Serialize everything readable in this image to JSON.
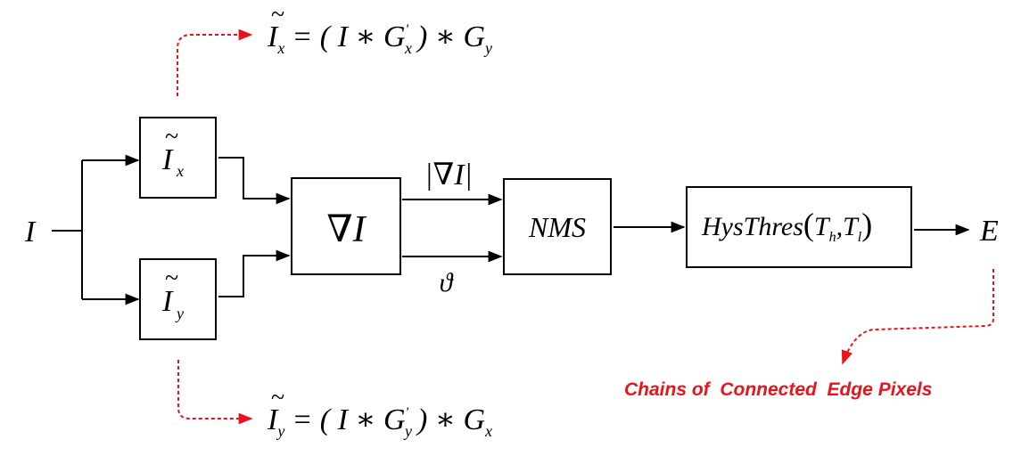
{
  "input_symbol": "I",
  "output_symbol": "E",
  "smooth_x": {
    "base": "I",
    "sub": "x"
  },
  "smooth_y": {
    "base": "I",
    "sub": "y"
  },
  "gradient_block": "∇I",
  "nms_block": "NMS",
  "hysteresis_block": {
    "name": "HysThres",
    "t_high": "T",
    "t_high_sub": "h",
    "t_low": "T",
    "t_low_sub": "l"
  },
  "magnitude_label": "|∇I|",
  "direction_label": "ϑ",
  "formula_x": {
    "lhs_base": "I",
    "lhs_sub": "x",
    "rhs": "= ( I ∗ G",
    "prime_sub": "x",
    "tail": ") ∗ G",
    "tail_sub": "y"
  },
  "formula_y": {
    "lhs_base": "I",
    "lhs_sub": "y",
    "rhs": "= ( I ∗ G",
    "prime_sub": "y",
    "tail": ") ∗ G",
    "tail_sub": "x"
  },
  "edge_annotation": "Chains of  Connected  Edge Pixels",
  "colors": {
    "line": "#000000",
    "annotation": "#e8141b"
  }
}
